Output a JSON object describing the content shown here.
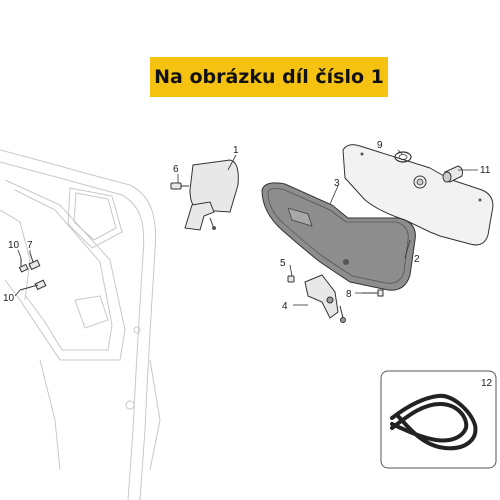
{
  "banner": {
    "text": "Na obrázku díl číslo 1",
    "background": "#f5c211"
  },
  "callouts": {
    "c1": "1",
    "c2": "2",
    "c3": "3",
    "c4": "4",
    "c5": "5",
    "c6": "6",
    "c7": "7",
    "c8": "8",
    "c9": "9",
    "c10a": "10",
    "c10b": "10",
    "c11": "11",
    "c12": "12"
  },
  "colors": {
    "line": "#333333",
    "faint_line": "#c8c8c8",
    "panel_fill": "#8d8d8d",
    "part_fill": "#e8e8e8",
    "frame_border": "#555555"
  }
}
